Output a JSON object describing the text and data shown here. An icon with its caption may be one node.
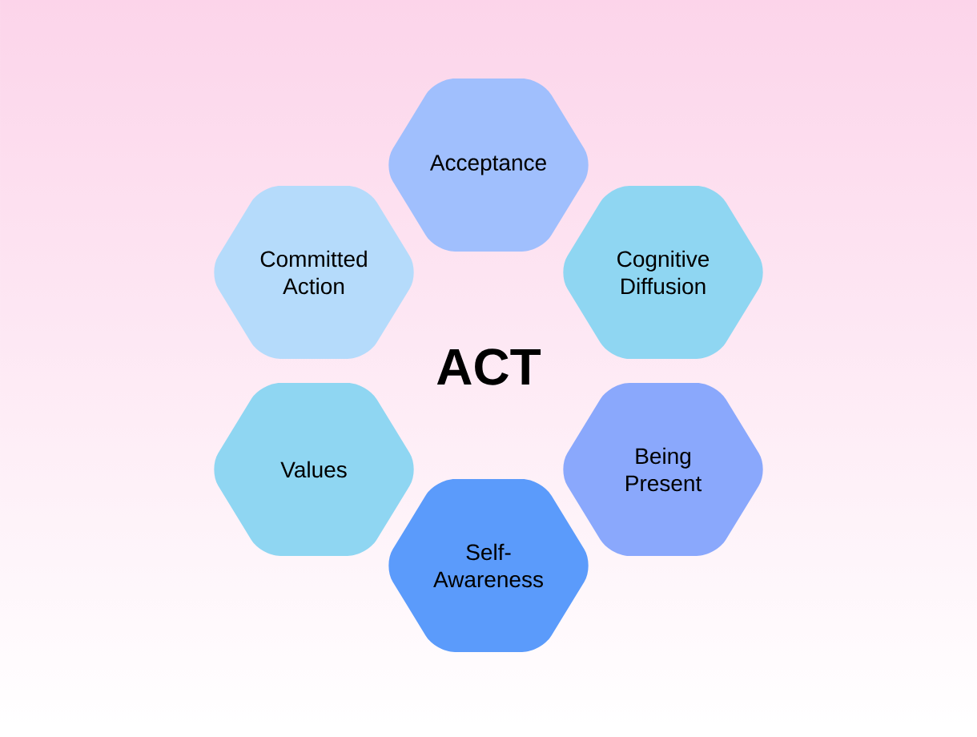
{
  "diagram": {
    "nodes": [
      {
        "text": [
          "Acceptance"
        ]
      },
      {
        "text": [
          "Cognitive Diffusion"
        ]
      },
      {
        "text": [
          "Being Present"
        ]
      },
      {
        "text": [
          "Self-Awareness"
        ]
      },
      {
        "text": [
          "Values"
        ]
      },
      {
        "text": [
          "Committed Action"
        ]
      }
    ],
    "labels": [
      "ACT"
    ]
  }
}
